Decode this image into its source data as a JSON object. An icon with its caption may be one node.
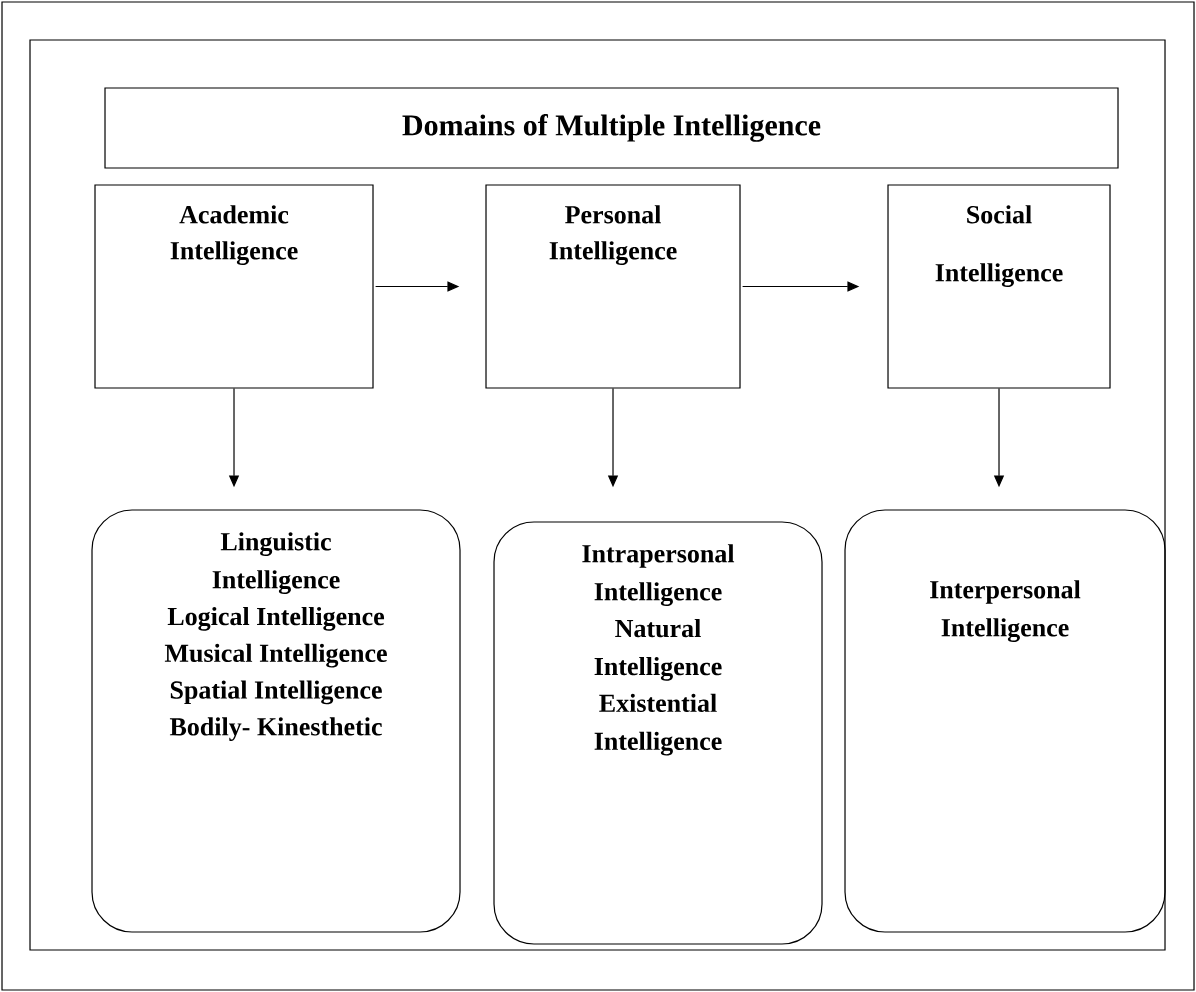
{
  "diagram": {
    "nodes": [
      {
        "text": [
          "Domains of Multiple Intelligence"
        ]
      },
      {
        "text": [
          "Academic Intelligence"
        ]
      },
      {
        "text": [
          "Personal Intelligence"
        ]
      },
      {
        "text": [
          "Social Intelligence"
        ]
      },
      {
        "text": [
          "Linguistic Intelligence",
          "Logical Intelligence",
          "Musical Intelligence",
          "Spatial Intelligence",
          "Bodily- Kinesthetic"
        ]
      },
      {
        "text": [
          "Intrapersonal Intelligence",
          "Natural Intelligence",
          "Existential Intelligence"
        ]
      },
      {
        "text": [
          "Interpersonal Intelligence"
        ]
      }
    ],
    "edges": [
      {
        "from": 1,
        "to": 2,
        "arrow": "to"
      },
      {
        "from": 2,
        "to": 3,
        "arrow": "to"
      },
      {
        "from": 1,
        "to": 4,
        "arrow": "to"
      },
      {
        "from": 2,
        "to": 5,
        "arrow": "to"
      },
      {
        "from": 3,
        "to": 6,
        "arrow": "to"
      }
    ]
  }
}
